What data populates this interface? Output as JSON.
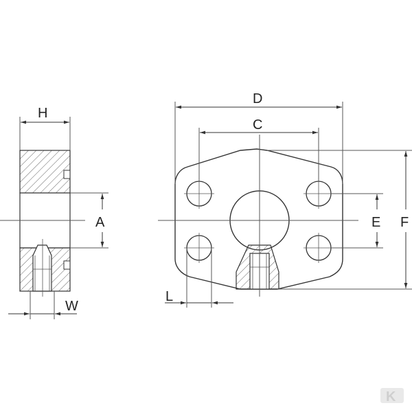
{
  "dimensions": {
    "H": "H",
    "A": "A",
    "W": "W",
    "D": "D",
    "C": "C",
    "E": "E",
    "F": "F",
    "L": "L"
  },
  "watermark": "K",
  "colors": {
    "line": "#333333",
    "thin": "#555555",
    "hatch": "#666666",
    "watermark": "#d9d9d9"
  }
}
